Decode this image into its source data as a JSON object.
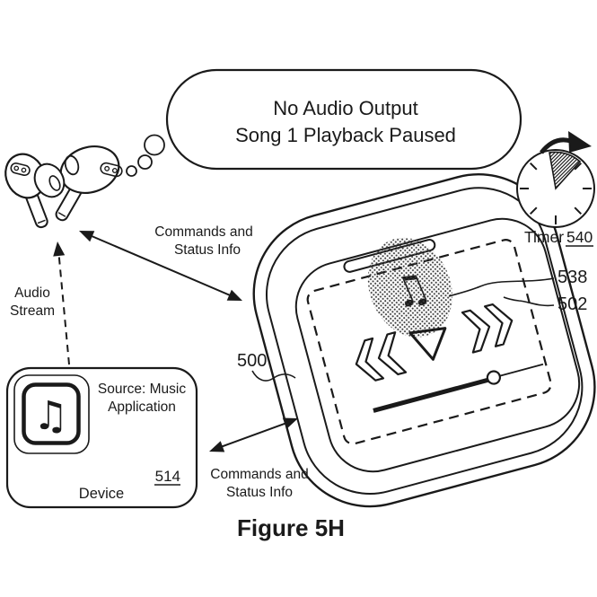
{
  "colors": {
    "ink": "#1a1a1a",
    "background": "#ffffff"
  },
  "thought_bubble": {
    "line1": "No Audio Output",
    "line2": "Song 1 Playback Paused"
  },
  "timer": {
    "label": "Timer",
    "ref": "540"
  },
  "arrows": {
    "commands_top_line1": "Commands and",
    "commands_top_line2": "Status Info",
    "audio_line1": "Audio",
    "audio_line2": "Stream",
    "commands_bottom_line1": "Commands and",
    "commands_bottom_line2": "Status Info"
  },
  "case": {
    "ref": "500",
    "touch_contact_ref": "538",
    "display_ref": "502",
    "note_icon": "♫"
  },
  "device": {
    "source_line1": "Source: Music",
    "source_line2": "Application",
    "ref": "514",
    "name": "Device",
    "app_icon": "♫"
  },
  "figure": {
    "caption": "Figure 5H"
  }
}
